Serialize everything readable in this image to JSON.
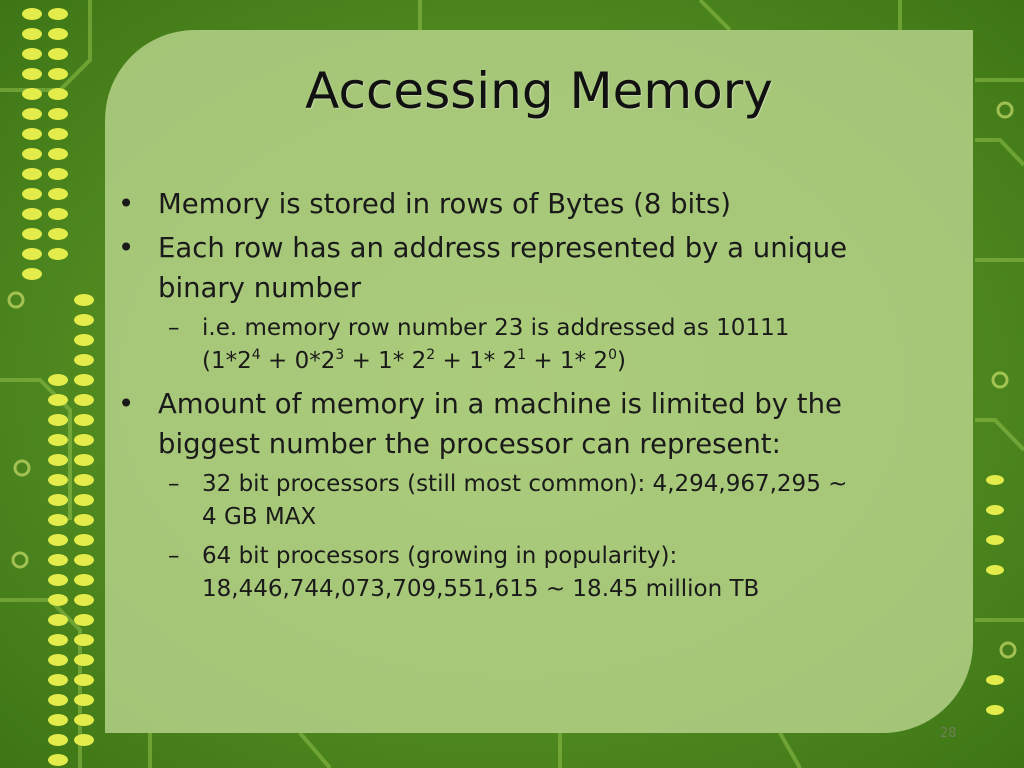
{
  "slide": {
    "title": "Accessing Memory",
    "page_number": "28",
    "bullets": [
      {
        "marker": "•",
        "text": "Memory is stored in rows of Bytes (8 bits)"
      },
      {
        "marker": "•",
        "line1": "Each row has an address  represented by a unique",
        "line2": "binary number"
      },
      {
        "marker": "–",
        "line1": "i.e. memory row number 23 is addressed as 10111",
        "formula": {
          "open": "(1*2",
          "e1": "4",
          "p2": " + 0*2",
          "e2": "3",
          "p3": " + 1* 2",
          "e3": "2",
          "p4": " + 1* 2",
          "e4": "1",
          "p5": " + 1* 2",
          "e5": "0",
          "close": ")"
        }
      },
      {
        "marker": "•",
        "line1": "Amount of memory in a machine is limited by the",
        "line2": "biggest number the processor can represent:"
      },
      {
        "marker": "–",
        "line1": "32 bit processors (still most common): 4,294,967,295 ~",
        "line2": "4 GB MAX"
      },
      {
        "marker": "–",
        "line1": "64 bit processors (growing in popularity):",
        "line2": "18,446,744,073,709,551,615 ~ 18.45 million TB"
      }
    ]
  },
  "colors": {
    "background": "#4f8a1e",
    "panel": "#bad48c",
    "dots": "#e3ec4a",
    "traces": "#8fc04a"
  }
}
